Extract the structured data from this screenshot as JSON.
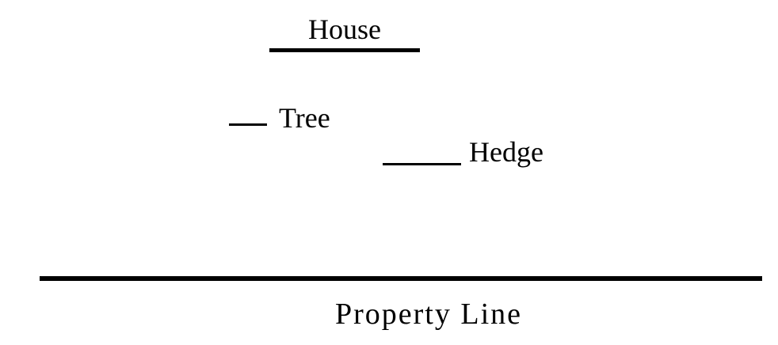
{
  "diagram": {
    "type": "map-legend",
    "background_color": "#ffffff",
    "ink_color": "#000000",
    "legend": {
      "house": {
        "label": "House",
        "symbol": "thick-horizontal-line"
      },
      "tree": {
        "label": "Tree",
        "symbol": "short-thin-horizontal-line"
      },
      "hedge": {
        "label": "Hedge",
        "symbol": "medium-thin-horizontal-line"
      }
    },
    "property_line": {
      "label": "Property Line",
      "symbol": "long-thick-horizontal-line"
    }
  }
}
